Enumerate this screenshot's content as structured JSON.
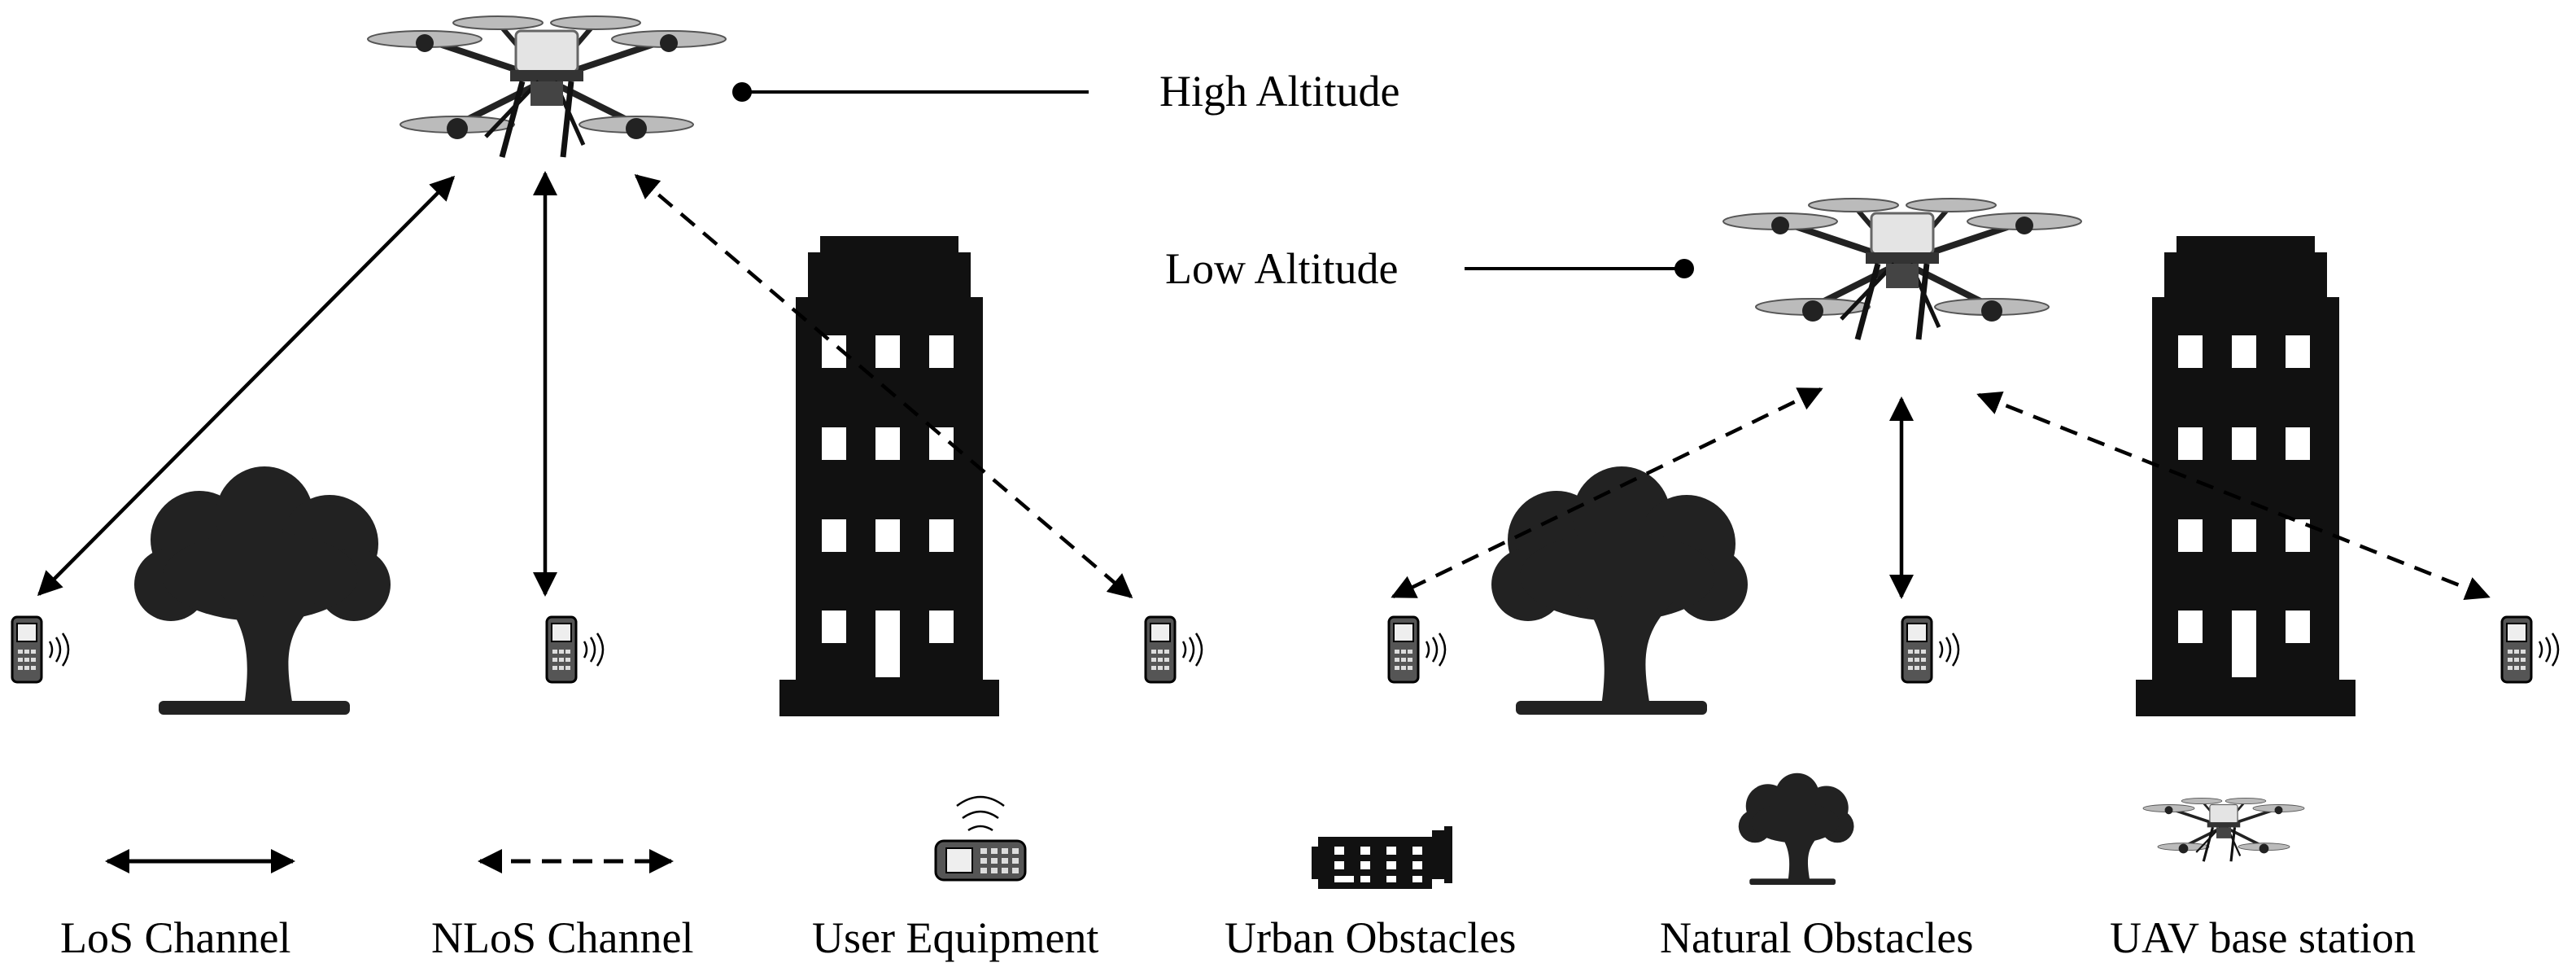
{
  "annotations": {
    "high_altitude": "High Altitude",
    "low_altitude": "Low Altitude"
  },
  "legend": {
    "los_channel": "LoS Channel",
    "nlos_channel": "NLoS Channel",
    "user_equipment": "User Equipment",
    "urban_obstacles": "Urban Obstacles",
    "natural_obstacles": "Natural Obstacles",
    "uav_base_station": "UAV base station"
  },
  "colors": {
    "ink": "#000000",
    "obstacle": "#222222",
    "background": "#ffffff"
  },
  "icons": {
    "uav": "quadcopter-icon",
    "ue": "mobile-phone-icon",
    "building": "building-icon",
    "tree": "tree-icon"
  }
}
